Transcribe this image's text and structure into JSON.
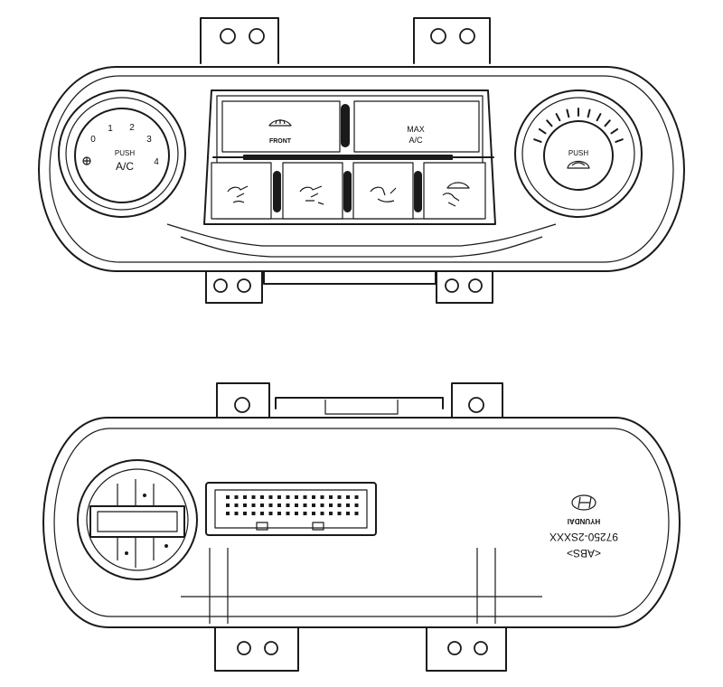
{
  "front_panel": {
    "left_knob": {
      "push_label": "PUSH",
      "ac_label": "A/C",
      "speeds": [
        "0",
        "1",
        "2",
        "3",
        "4"
      ]
    },
    "right_knob": {
      "push_label": "PUSH"
    },
    "buttons": {
      "front_defrost_label": "FRONT",
      "max_label": "MAX",
      "max_ac_label": "A/C"
    },
    "icons": [
      "fan-icon",
      "defrost-icon",
      "vent-face-icon",
      "vent-bilevel-icon",
      "vent-floor-icon",
      "floor-defrost-icon",
      "recirculation-icon"
    ]
  },
  "rear_panel": {
    "label_abs": "<ABS>",
    "label_part_number": "97250-2SXXX",
    "label_brand": "HYUNDAI",
    "icons": [
      "hyundai-logo-icon"
    ]
  }
}
